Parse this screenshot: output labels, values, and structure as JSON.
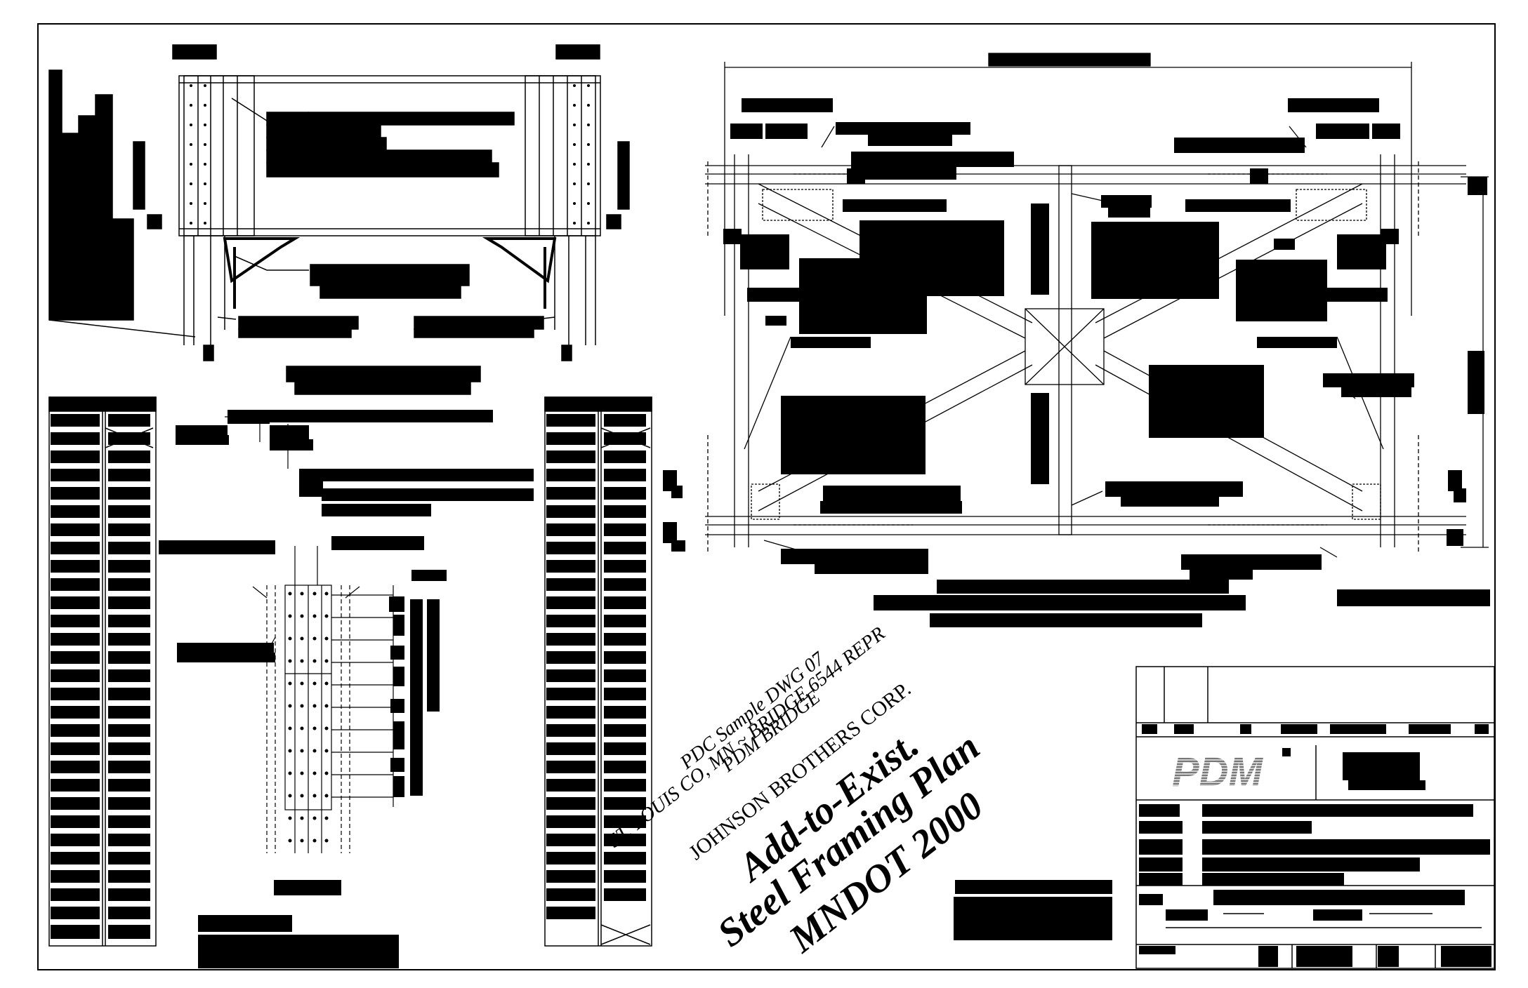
{
  "stamp": {
    "line1": "PDC Sample DWG 07",
    "line2": "ST. LOUIS CO, MN ~ BRIDGE 6544 REPR",
    "line3": "PDM BRIDGE",
    "line4": "JOHNSON BROTHERS CORP.",
    "line5": "Add-to-Exist.",
    "line6": "Steel Framing Plan",
    "line7": "MNDOT 2000"
  },
  "title_block": {
    "logo_text": "PDM"
  }
}
